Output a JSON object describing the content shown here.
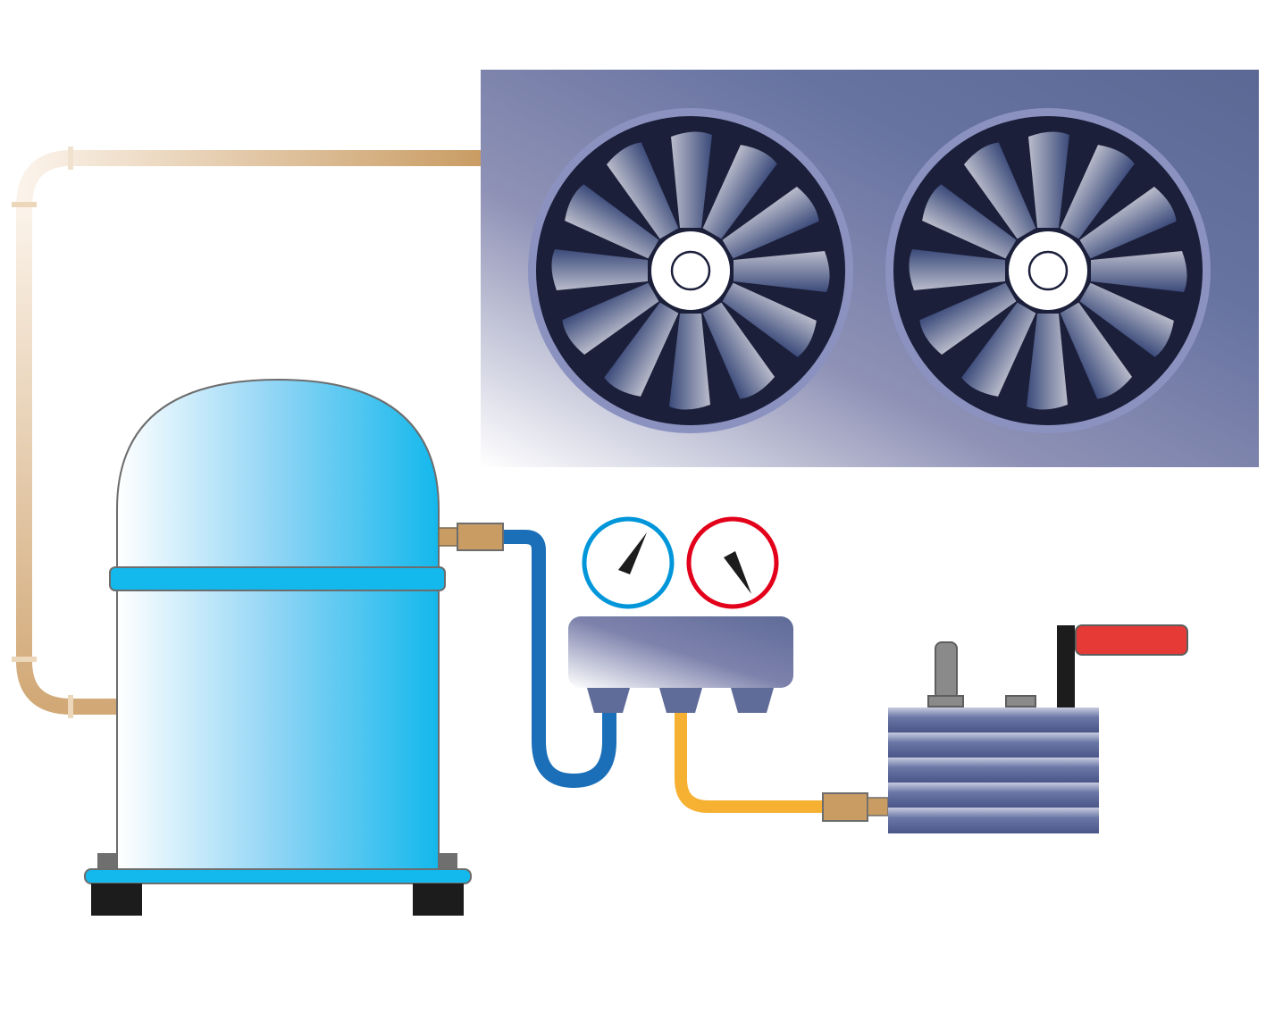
{
  "colors": {
    "condenser": "#5f6b98",
    "fan_dark": "#1b1f3a",
    "compressor": "#13b8ec",
    "copper": "#c99c63",
    "suction_hose": "#1b6fb8",
    "charge_hose": "#f6b133",
    "low_gauge": "#0096d9",
    "high_gauge": "#e2001a",
    "pump_handle": "#e53a35"
  },
  "gauges": {
    "low_needle_deg": 28,
    "high_needle_deg": -30
  },
  "fans": {
    "count": 2,
    "blades": 12
  }
}
